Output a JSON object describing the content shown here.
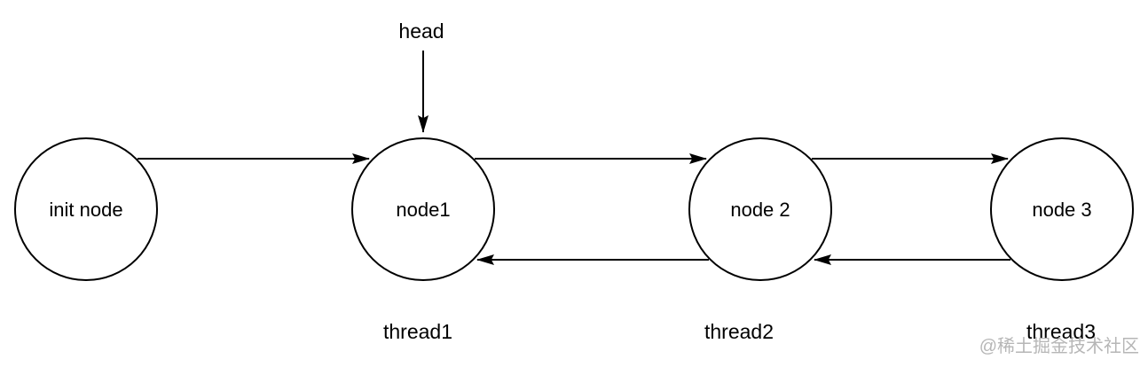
{
  "diagram": {
    "head_label": "head",
    "nodes": [
      {
        "label": "init node"
      },
      {
        "label": "node1"
      },
      {
        "label": "node 2"
      },
      {
        "label": "node 3"
      }
    ],
    "threads": [
      {
        "label": "thread1"
      },
      {
        "label": "thread2"
      },
      {
        "label": "thread3"
      }
    ],
    "watermark": "@稀土掘金技术社区",
    "colors": {
      "line": "#000000",
      "background": "#ffffff",
      "watermark": "#b3b3b3"
    }
  }
}
